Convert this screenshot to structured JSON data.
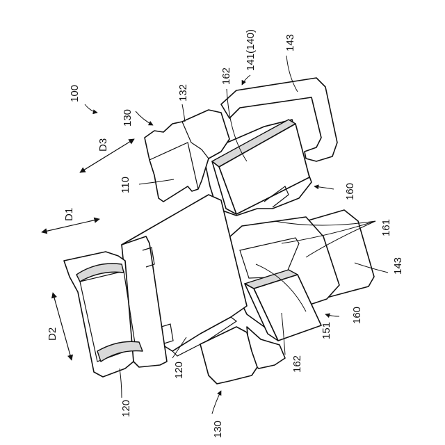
{
  "labels": {
    "ref_100": "100",
    "ref_130_top": "130",
    "ref_132": "132",
    "ref_162_top": "162",
    "ref_141": "141(140)",
    "ref_143_top": "143",
    "ref_d3": "D3",
    "ref_110": "110",
    "ref_160_top": "160",
    "ref_d1": "D1",
    "ref_161": "161",
    "ref_143_bottom": "143",
    "ref_d2": "D2",
    "ref_151": "151",
    "ref_160_bottom": "160",
    "ref_162_bottom": "162",
    "ref_120_left": "120",
    "ref_120_mid": "120",
    "ref_130_bottom": "130"
  },
  "colors": {
    "ink": "#111111",
    "fill": "#ffffff",
    "shade": "#d9d9d9"
  }
}
